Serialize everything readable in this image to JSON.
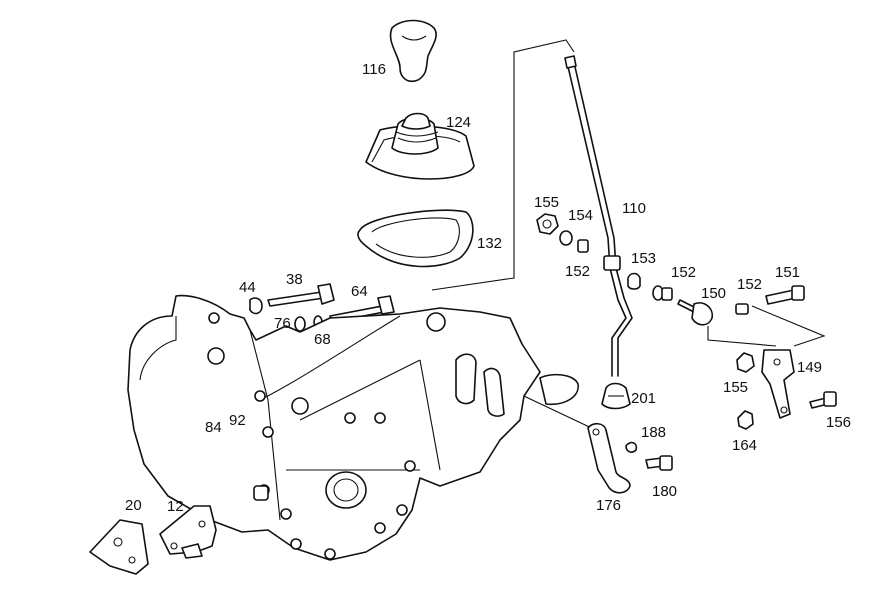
{
  "diagram": {
    "callouts": [
      "116",
      "124",
      "132",
      "110",
      "155",
      "154",
      "152",
      "153",
      "152",
      "152",
      "150",
      "151",
      "149",
      "155",
      "164",
      "156",
      "44",
      "38",
      "64",
      "76",
      "68",
      "84",
      "92",
      "201",
      "188",
      "180",
      "176",
      "20",
      "12"
    ]
  }
}
